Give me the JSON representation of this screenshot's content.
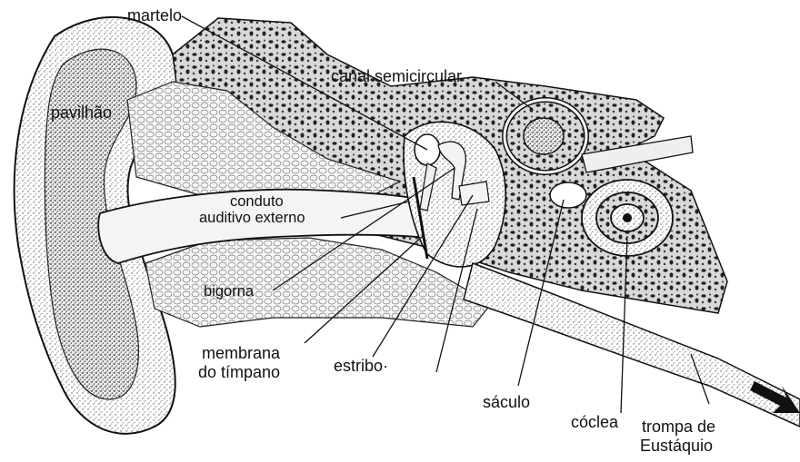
{
  "labels": {
    "martelo": "martelo",
    "pavilhao": "pavilhão",
    "canal_semicircular": "canal  semicircular",
    "conduto_line1": "conduto",
    "conduto_line2": "auditivo externo",
    "bigorna": "bigorna",
    "membrana_line1": "membrana",
    "membrana_line2": "do tímpano",
    "estribo": "estribo·",
    "saculo": "sáculo",
    "coclea": "cóclea",
    "trompa_line1": "trompa  de",
    "trompa_line2": "Eustáquio"
  },
  "colors": {
    "ink": "#111111",
    "paper": "#ffffff",
    "stipple": "#d9d9d9",
    "bone": "#bdbdbd"
  }
}
